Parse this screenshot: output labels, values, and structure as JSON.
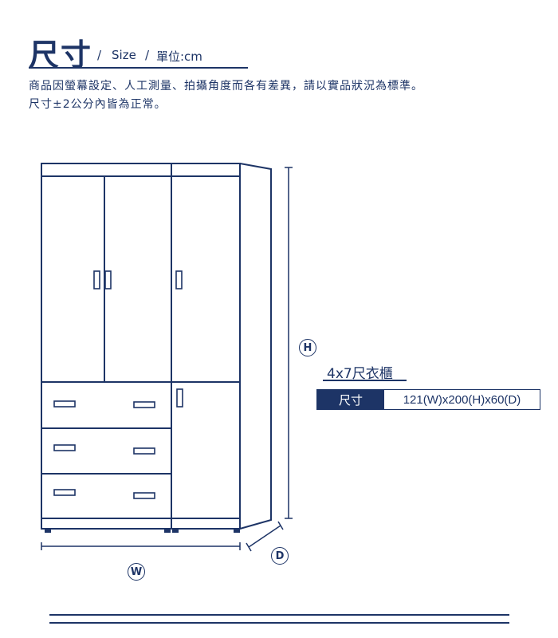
{
  "header": {
    "title": "尺寸",
    "sep1": "/",
    "title_en": "Size",
    "sep2": "/",
    "unit": "單位:cm"
  },
  "notes": {
    "line1": "商品因螢幕設定、人工測量、拍攝角度而各有差異，請以實品狀況為標準。",
    "line2": "尺寸±2公分內皆為正常。"
  },
  "product": {
    "name": "4x7尺衣櫃",
    "spec_label": "尺寸",
    "spec_value": "121(W)x200(H)x60(D)"
  },
  "dimensions": {
    "height_label": "H",
    "width_label": "W",
    "depth_label": "D"
  },
  "colors": {
    "primary": "#1d3466",
    "background": "#ffffff"
  }
}
